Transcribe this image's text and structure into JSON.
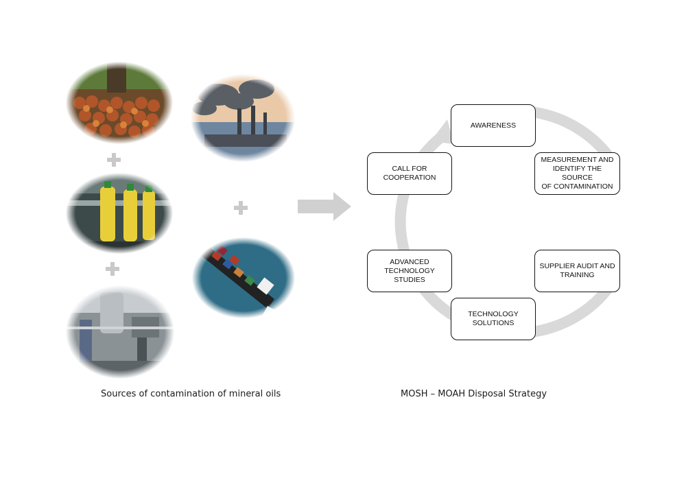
{
  "captions": {
    "left": "Sources of contamination of mineral oils",
    "right": "MOSH – MOAH Disposal Strategy"
  },
  "images": [
    {
      "name": "palm-fruit-photo",
      "depicts": "palm oil fruit bunch"
    },
    {
      "name": "oil-bottles-photo",
      "depicts": "vegetable oil bottling line"
    },
    {
      "name": "refinery-plant-photo",
      "depicts": "oil processing plant machinery"
    },
    {
      "name": "industrial-smoke-photo",
      "depicts": "factory chimneys emitting smoke"
    },
    {
      "name": "cargo-ship-photo",
      "depicts": "container cargo ship at sea"
    }
  ],
  "strategy_steps": [
    "AWARENESS",
    "MEASUREMENT AND\nIDENTIFY THE SOURCE\nOF CONTAMINATION",
    "SUPPLIER AUDIT AND\nTRAINING",
    "TECHNOLOGY\nSOLUTIONS",
    "ADVANCED\nTECHNOLOGY STUDIES",
    "CALL FOR\nCOOPERATION"
  ],
  "colors": {
    "cycle_ring": "#d9d9d9",
    "plus_sign": "#c9c9c9",
    "arrow": "#d0d0d0",
    "box_border": "#111111"
  }
}
